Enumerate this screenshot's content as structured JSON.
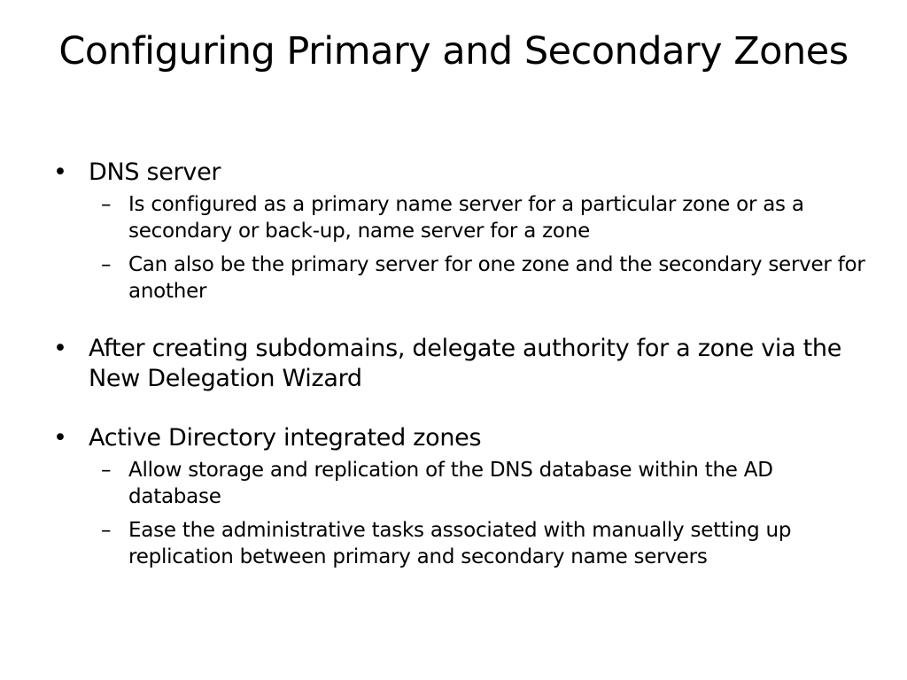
{
  "slide": {
    "title": "Configuring Primary and Secondary Zones",
    "bullet_marker": "•",
    "sub_marker": "–",
    "bullets": [
      {
        "text": "DNS server",
        "subs": [
          "Is configured as a primary name server for a particular zone or as a secondary or back-up, name server for a zone",
          "Can also be the primary server for one zone and the secondary server for another"
        ]
      },
      {
        "text": "After creating subdomains, delegate authority for a zone via the New Delegation Wizard",
        "subs": []
      },
      {
        "text": "Active Directory integrated zones",
        "subs": [
          "Allow storage and replication of the DNS database within the AD database",
          "Ease the administrative tasks associated with manually setting up replication between primary and secondary name servers"
        ]
      }
    ]
  }
}
